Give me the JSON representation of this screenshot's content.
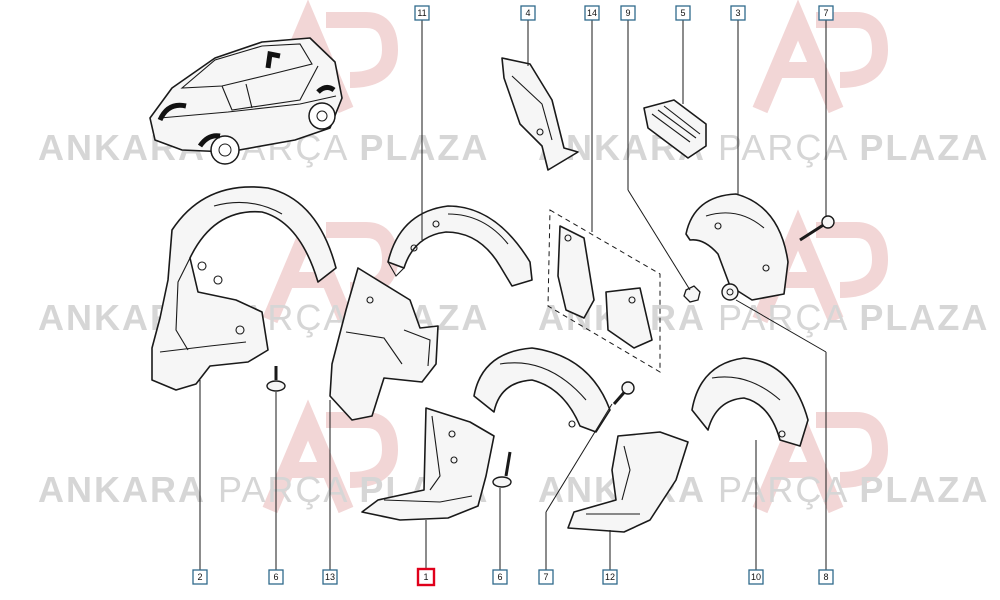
{
  "diagram": {
    "watermark": {
      "bold_1": "ANKARA",
      "light": "PARÇA",
      "bold_2": "PLAZA"
    },
    "highlight_color": "#e0001b",
    "callout_color": "#2f6a8c",
    "callouts": [
      {
        "id": "c11",
        "label": "11"
      },
      {
        "id": "c4",
        "label": "4"
      },
      {
        "id": "c14",
        "label": "14"
      },
      {
        "id": "c9",
        "label": "9"
      },
      {
        "id": "c5",
        "label": "5"
      },
      {
        "id": "c3",
        "label": "3"
      },
      {
        "id": "c7top",
        "label": "7"
      },
      {
        "id": "c2",
        "label": "2"
      },
      {
        "id": "c6a",
        "label": "6"
      },
      {
        "id": "c13",
        "label": "13"
      },
      {
        "id": "c1",
        "label": "1",
        "highlighted": true
      },
      {
        "id": "c6b",
        "label": "6"
      },
      {
        "id": "c7b",
        "label": "7"
      },
      {
        "id": "c12",
        "label": "12"
      },
      {
        "id": "c10",
        "label": "10"
      },
      {
        "id": "c8",
        "label": "8"
      }
    ]
  }
}
